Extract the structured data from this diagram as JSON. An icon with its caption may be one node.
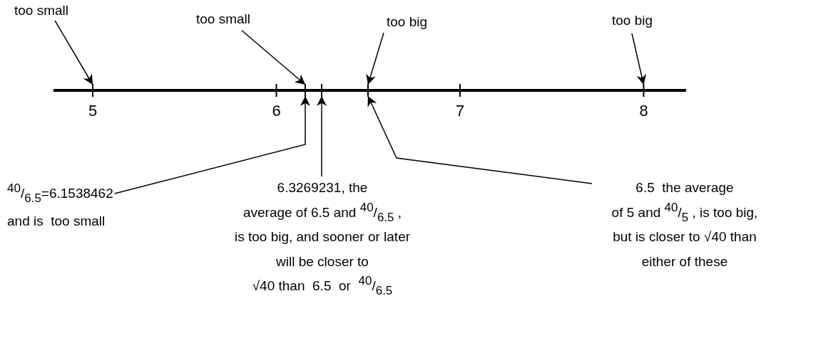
{
  "diagram": {
    "nodes": [
      {
        "text": [
          "too small"
        ]
      },
      {
        "text": [
          "too small"
        ]
      },
      {
        "text": [
          "too big"
        ]
      },
      {
        "text": [
          "too big"
        ]
      },
      {
        "text": [
          "$^{40}$/$_{6.5}$=6.1538462",
          "and is  too small"
        ]
      },
      {
        "text": [
          "6.3269231, the",
          "average of 6.5 and $^{40}$/$_{6.5}$ ,",
          "is too big, and sooner or later",
          "will be closer to",
          "√40 than  6.5  or  $^{40}$/$_{6.5}$"
        ]
      },
      {
        "text": [
          "6.5  the average",
          "of 5 and $^{40}$/$_{5}$ , is too big,",
          "but is closer to √40 than",
          "either of these"
        ]
      }
    ],
    "edges": [
      {
        "from": 0,
        "to": null,
        "arrow": "to"
      },
      {
        "from": 1,
        "to": null,
        "arrow": "to"
      },
      {
        "from": 2,
        "to": null,
        "arrow": "to"
      },
      {
        "from": 3,
        "to": null,
        "arrow": "to"
      },
      {
        "from": 4,
        "to": null,
        "arrow": "to"
      },
      {
        "from": 5,
        "to": null,
        "arrow": "to"
      },
      {
        "from": 6,
        "to": null,
        "arrow": "to"
      }
    ],
    "labels": [
      "5",
      "6",
      "7",
      "8"
    ]
  }
}
